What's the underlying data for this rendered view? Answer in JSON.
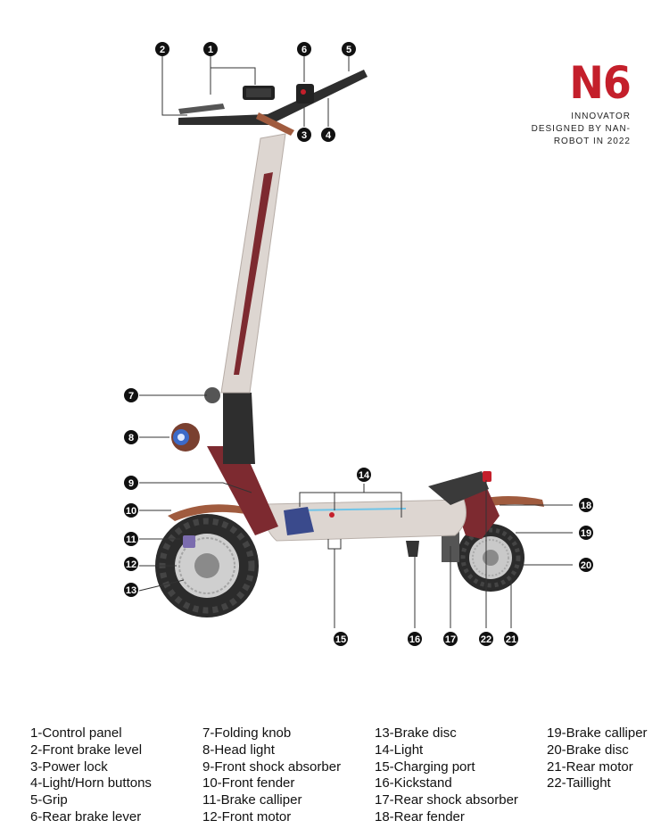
{
  "brand": {
    "logo": "N6",
    "tagline": "INNOVATOR DESIGNED BY NAN-ROBOT IN 2022",
    "accent_color": "#c41f2b"
  },
  "callouts": [
    "1",
    "2",
    "3",
    "4",
    "5",
    "6",
    "7",
    "8",
    "9",
    "10",
    "11",
    "12",
    "13",
    "14",
    "15",
    "16",
    "17",
    "18",
    "19",
    "20",
    "21",
    "22"
  ],
  "legend": {
    "columns": [
      [
        "1-Control panel",
        "2-Front brake level",
        "3-Power lock",
        "4-Light/Horn buttons",
        "5-Grip",
        "6-Rear brake lever"
      ],
      [
        "7-Folding knob",
        "8-Head light",
        "9-Front shock absorber",
        "10-Front fender",
        "11-Brake calliper",
        "12-Front motor"
      ],
      [
        "13-Brake disc",
        "14-Light",
        "15-Charging port",
        "16-Kickstand",
        "17-Rear shock absorber",
        "18-Rear fender"
      ],
      [
        "19-Brake calliper",
        "20-Brake disc",
        "21-Rear motor",
        "22-Taillight"
      ]
    ]
  },
  "colors": {
    "body_white": "#ddd6d1",
    "maroon": "#7d2a30",
    "copper": "#a05b3e",
    "tire": "#2b2b2b",
    "light_blue": "#6fc4e8"
  }
}
